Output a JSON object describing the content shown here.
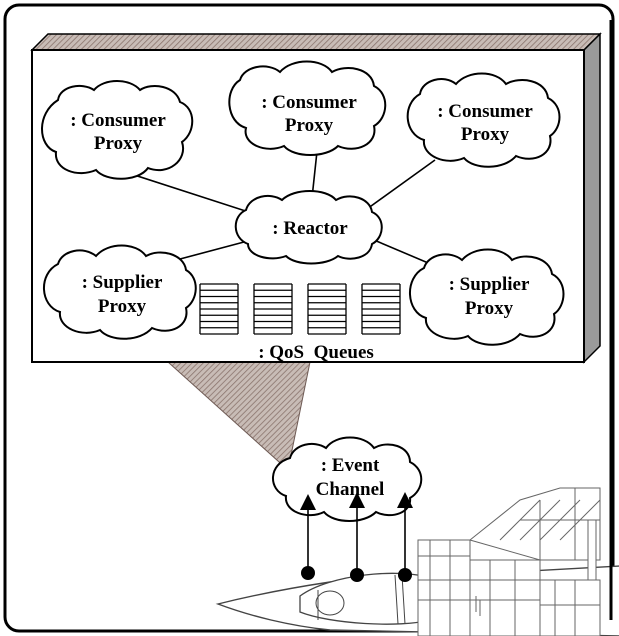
{
  "diagram": {
    "clouds": {
      "consumer_proxy_left": {
        "line1": ": Consumer",
        "line2": "Proxy"
      },
      "consumer_proxy_middle": {
        "line1": ": Consumer",
        "line2": "Proxy"
      },
      "consumer_proxy_right": {
        "line1": ": Consumer",
        "line2": "Proxy"
      },
      "reactor": {
        "line1": ": Reactor"
      },
      "supplier_proxy_left": {
        "line1": ": Supplier",
        "line2": "Proxy"
      },
      "supplier_proxy_right": {
        "line1": ": Supplier",
        "line2": "Proxy"
      },
      "event_channel": {
        "line1": ": Event",
        "line2": "Channel"
      }
    },
    "qos_queues": {
      "label": ": QoS  Queues",
      "count": 4
    },
    "colors": {
      "frame_border": "#000000",
      "box_shadow": "#9a9a9a",
      "callout_fill": "#9e8a84",
      "aircraft_stroke": "#666666",
      "background": "#ffffff"
    },
    "icons": [
      "aircraft-icon",
      "cloud-icon",
      "queue-icon"
    ]
  }
}
